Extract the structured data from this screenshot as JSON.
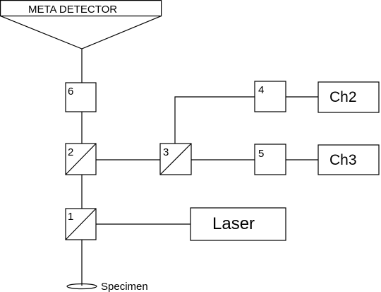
{
  "detector": {
    "label": "META DETECTOR"
  },
  "components": {
    "c1": {
      "label": "1"
    },
    "c2": {
      "label": "2"
    },
    "c3": {
      "label": "3"
    },
    "c4": {
      "label": "4"
    },
    "c5": {
      "label": "5"
    },
    "c6": {
      "label": "6"
    }
  },
  "channels": {
    "ch2": {
      "label": "Ch2"
    },
    "ch3": {
      "label": "Ch3"
    }
  },
  "source": {
    "label": "Laser"
  },
  "specimen": {
    "label": "Specimen"
  }
}
